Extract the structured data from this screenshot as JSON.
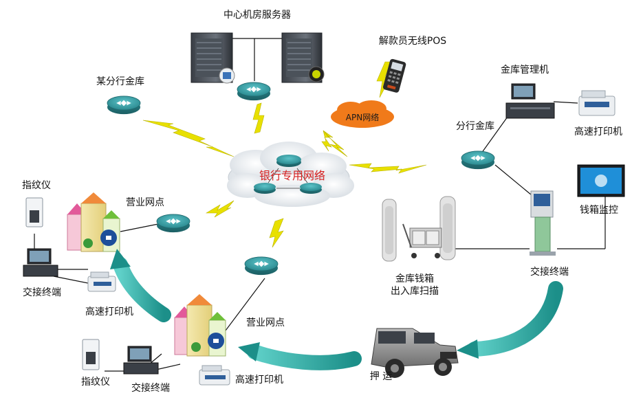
{
  "diagram": {
    "cloud_label": "银行专用网络",
    "apn_label": "APN网络",
    "labels": {
      "central_servers": "中心机房服务器",
      "pos": "解款员无线POS",
      "branch_vault_remote": "某分行金库",
      "vault_mgmt": "金库管理机",
      "printer_right": "高速打印机",
      "branch_vault": "分行金库",
      "cashbox_monitor": "钱箱监控",
      "fingerprint_left": "指纹仪",
      "outlet_left": "营业网点",
      "vault_scan_line1": "金库钱箱",
      "vault_scan_line2": "出入库扫描",
      "terminal_right": "交接终端",
      "terminal_left": "交接终端",
      "printer_left": "高速打印机",
      "outlet_bottom": "营业网点",
      "escort": "押 运",
      "fingerprint_bottom": "指纹仪",
      "terminal_bottom": "交接终端",
      "printer_bottom": "高速打印机"
    },
    "colors": {
      "router": "#2f8f95",
      "flow_arrow": "#2aa7a0",
      "lightning": "#e6e600",
      "cloud_text": "#d62020",
      "apn_cloud": "#f07a1a"
    }
  }
}
